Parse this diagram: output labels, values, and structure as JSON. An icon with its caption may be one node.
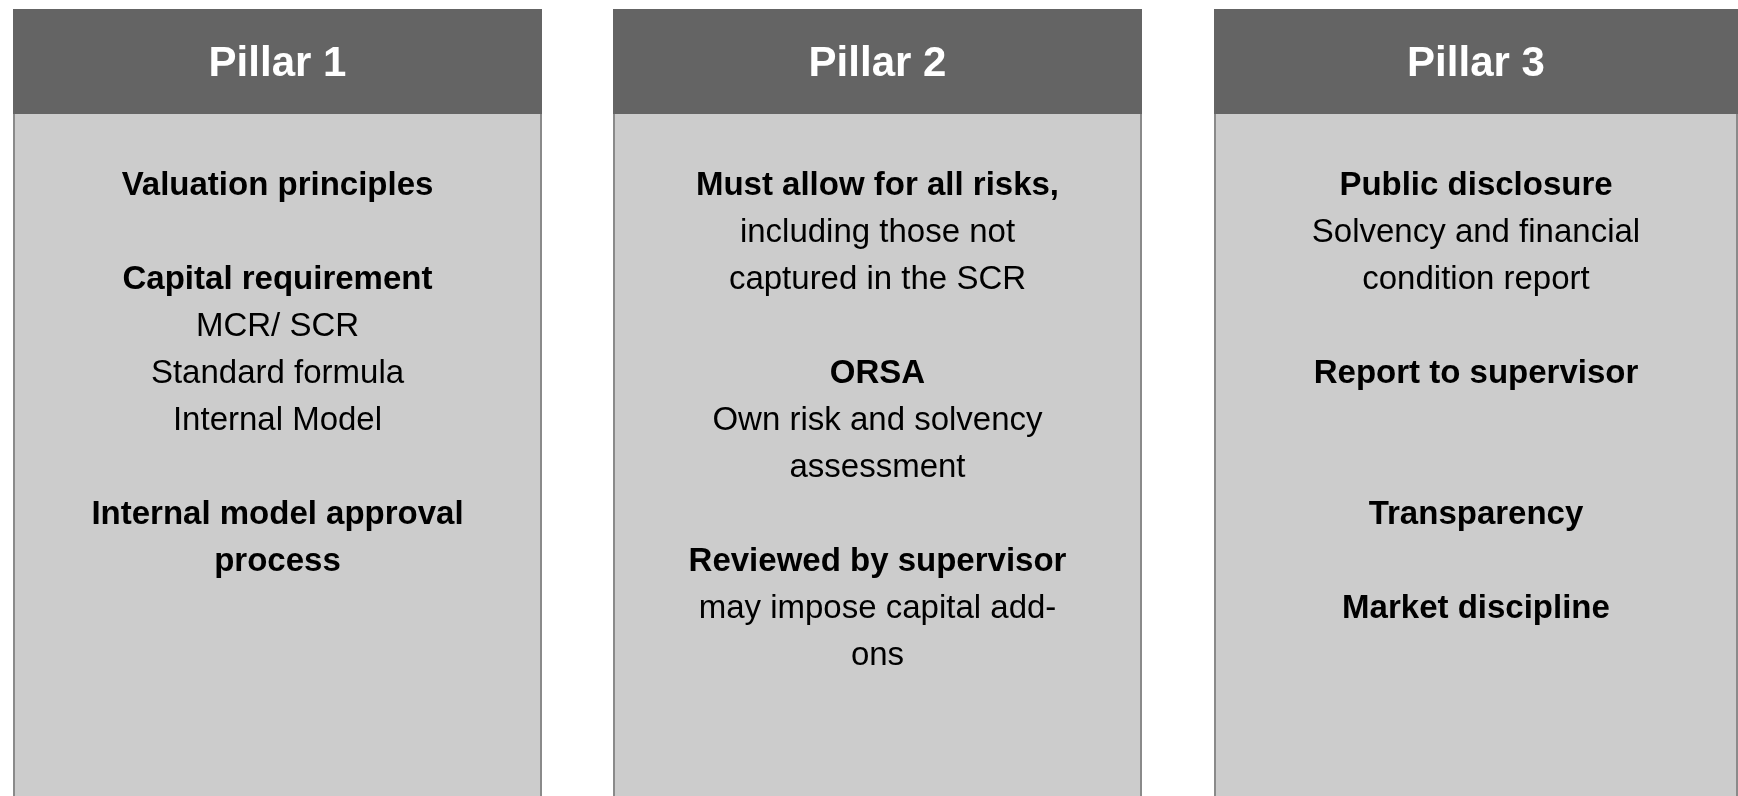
{
  "diagram": {
    "nodes": [
      {
        "text": [
          "Pillar 1",
          "Valuation principles",
          "Capital requirement",
          "MCR/ SCR",
          "Standard formula",
          "Internal Model",
          "Internal model approval process"
        ]
      },
      {
        "text": [
          "Pillar 2",
          "**Must allow for all risks,** including those not captured in the SCR",
          "ORSA",
          "Own risk and solvency assessment",
          "Reviewed by supervisor",
          "may impose capital add-ons"
        ]
      },
      {
        "text": [
          "Pillar 3",
          "**Public disclosure** Solvency and financial condition report",
          "Report to supervisor",
          "Transparency",
          "Market discipline"
        ]
      }
    ]
  }
}
